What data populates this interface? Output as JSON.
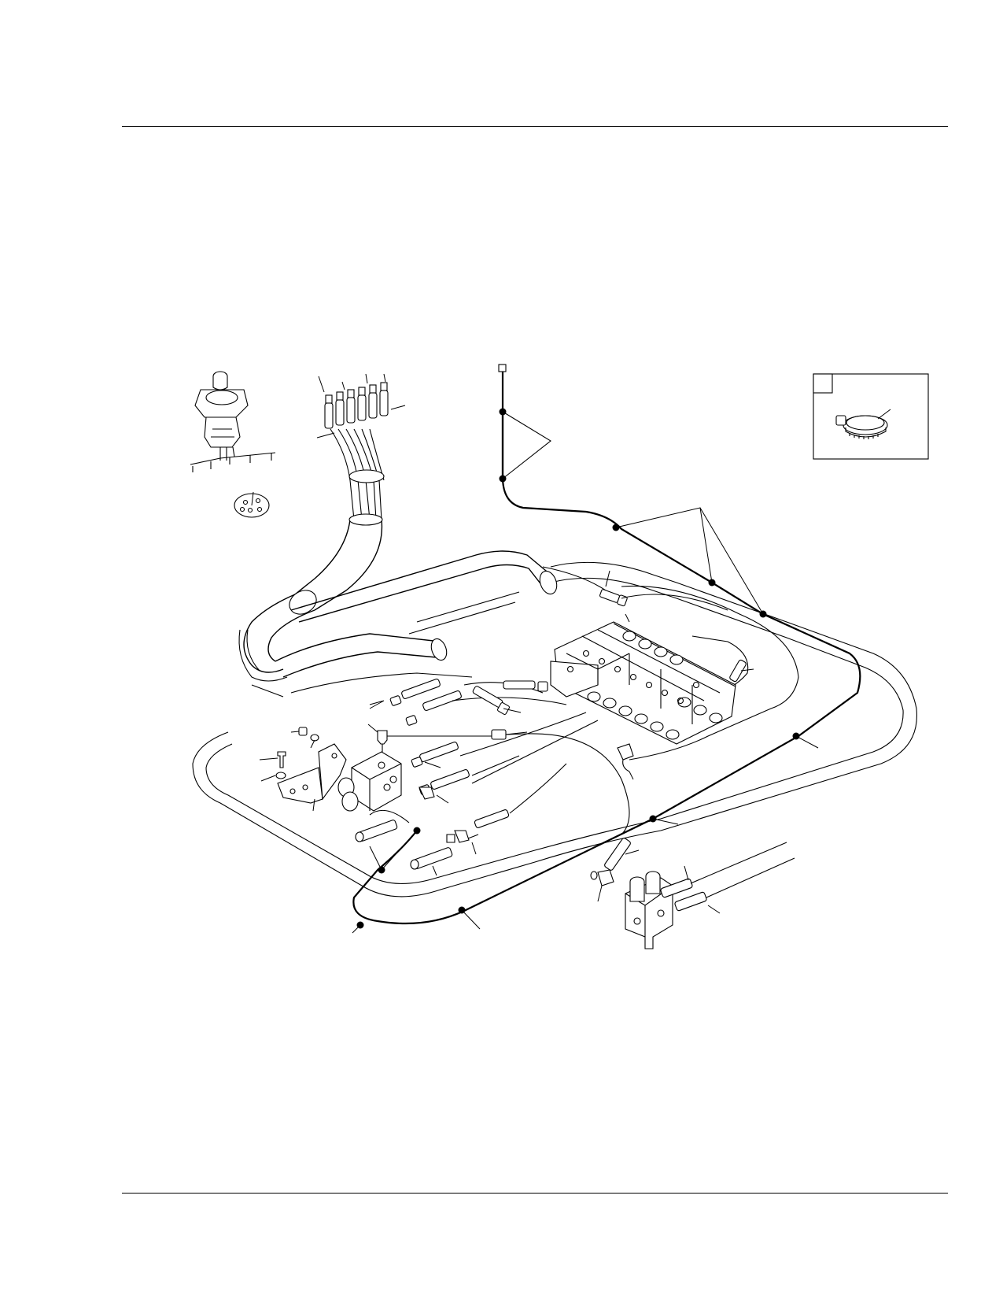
{
  "page": {
    "header_rule": true,
    "footer_rule": true
  },
  "diagram": {
    "description_visible_text": [],
    "callouts_are_unlabeled": true,
    "inset_box": {
      "tag": "",
      "content": "hose-clamp"
    },
    "components": [
      "joystick-control",
      "joystick-gasket",
      "hose-bundle",
      "hose-bundle-sleeve",
      "main-control-valve",
      "pilot-manifold-block",
      "mounting-bracket",
      "priority-valve",
      "fittings",
      "hydraulic-lines",
      "routing-hose",
      "clamp-points"
    ],
    "colors": {
      "line": "#000000",
      "background": "#ffffff"
    }
  }
}
